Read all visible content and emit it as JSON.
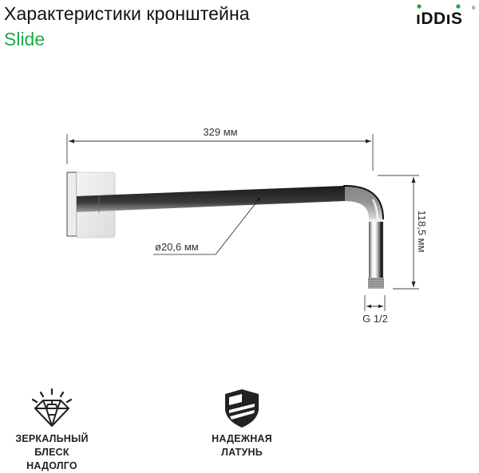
{
  "header": {
    "title": "Характеристики кронштейна",
    "subtitle": "Slide",
    "brand": "iDDIS",
    "brand_mark": "®"
  },
  "diagram": {
    "length_label": "329 мм",
    "height_label": "118,5 мм",
    "diameter_label": "ø20,6 мм",
    "thread_label": "G 1/2"
  },
  "features": [
    {
      "icon": "diamond-icon",
      "line1": "ЗЕРКАЛЬНЫЙ",
      "line2": "БЛЕСК НАДОЛГО"
    },
    {
      "icon": "shield-icon",
      "line1": "НАДЕЖНАЯ",
      "line2": "ЛАТУНЬ"
    }
  ],
  "colors": {
    "accent": "#1aab48",
    "text": "#111111",
    "icon": "#222222"
  }
}
